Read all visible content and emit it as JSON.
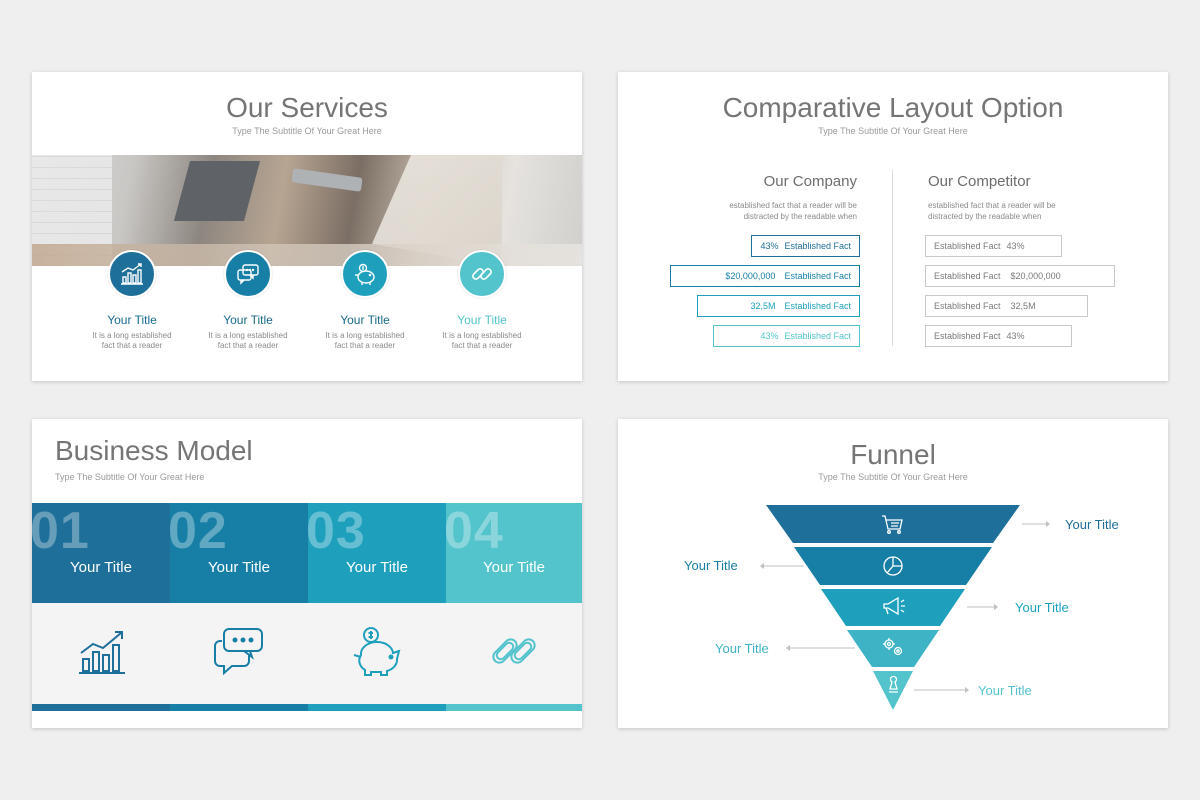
{
  "colors": {
    "c1": "#1e6f99",
    "c2": "#177fa5",
    "c3": "#1ea0bd",
    "c4": "#53c3cc"
  },
  "services": {
    "title": "Our Services",
    "subtitle": "Type The Subtitle Of Your Great Here",
    "items": [
      {
        "icon": "bar-chart-icon",
        "title": "Your Title",
        "text": "It is a long established fact that a reader"
      },
      {
        "icon": "chat-bubbles-icon",
        "title": "Your Title",
        "text": "It is a long established fact that a reader"
      },
      {
        "icon": "piggy-bank-icon",
        "title": "Your Title",
        "text": "It is a long established fact that a reader"
      },
      {
        "icon": "chain-link-icon",
        "title": "Your Title",
        "text": "It is a long established fact that a reader"
      }
    ]
  },
  "comparative": {
    "title": "Comparative Layout Option",
    "subtitle": "Type The Subtitle Of Your Great Here",
    "left": {
      "heading": "Our Company",
      "text": "established fact that a reader will be distracted by the readable when",
      "facts": [
        {
          "value": "43%",
          "label": "Established Fact"
        },
        {
          "value": "$20,000,000",
          "label": "Established Fact"
        },
        {
          "value": "32,5M",
          "label": "Established Fact"
        },
        {
          "value": "43%",
          "label": "Established Fact"
        }
      ]
    },
    "right": {
      "heading": "Our Competitor",
      "text": "established fact that a reader will be distracted by the readable when",
      "facts": [
        {
          "label": "Established Fact",
          "value": "43%"
        },
        {
          "label": "Established Fact",
          "value": "$20,000,000"
        },
        {
          "label": "Established Fact",
          "value": "32,5M"
        },
        {
          "label": "Established Fact",
          "value": "43%"
        }
      ]
    }
  },
  "business_model": {
    "title": "Business Model",
    "subtitle": "Type The Subtitle Of Your Great Here",
    "columns": [
      {
        "number": "01",
        "title": "Your Title",
        "icon": "growth-chart-icon"
      },
      {
        "number": "02",
        "title": "Your Title",
        "icon": "chat-bubbles-icon"
      },
      {
        "number": "03",
        "title": "Your Title",
        "icon": "piggy-bank-icon"
      },
      {
        "number": "04",
        "title": "Your Title",
        "icon": "chain-link-icon"
      }
    ]
  },
  "funnel": {
    "title": "Funnel",
    "subtitle": "Type The Subtitle Of Your Great Here",
    "levels": [
      {
        "icon": "shopping-cart-icon",
        "label": "Your Title",
        "side": "right"
      },
      {
        "icon": "pie-chart-icon",
        "label": "Your Title",
        "side": "left"
      },
      {
        "icon": "megaphone-icon",
        "label": "Your Title",
        "side": "right"
      },
      {
        "icon": "gears-icon",
        "label": "Your Title",
        "side": "left"
      },
      {
        "icon": "chess-piece-icon",
        "label": "Your Title",
        "side": "right"
      }
    ]
  }
}
